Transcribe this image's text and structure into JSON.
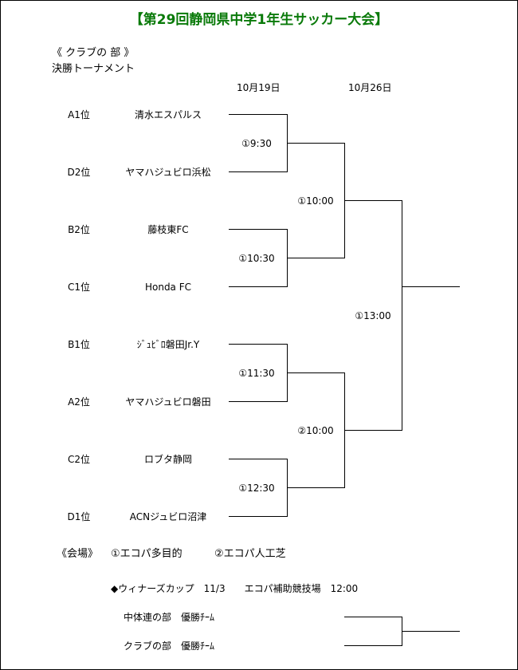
{
  "title": "【第29回静岡県中学1年生サッカー大会】",
  "section": "《 クラブの 部 》",
  "subtitle": "決勝トーナメント",
  "dates": [
    "10月19日",
    "10月26日"
  ],
  "teams": [
    {
      "rank": "A1位",
      "name": "清水エスパルス"
    },
    {
      "rank": "D2位",
      "name": "ヤマハジュビロ浜松"
    },
    {
      "rank": "B2位",
      "name": "藤枝東FC"
    },
    {
      "rank": "C1位",
      "name": "Honda FC"
    },
    {
      "rank": "B1位",
      "name": "ｼﾞｭﾋﾞﾛ磐田Jr.Y"
    },
    {
      "rank": "A2位",
      "name": "ヤマハジュビロ磐田"
    },
    {
      "rank": "C2位",
      "name": "ロブタ静岡"
    },
    {
      "rank": "D1位",
      "name": "ACNジュビロ沼津"
    }
  ],
  "round1_times": [
    "①9:30",
    "①10:30",
    "①11:30",
    "①12:30"
  ],
  "round2_times": [
    "①10:00",
    "②10:00"
  ],
  "final_time": "①13:00",
  "venues": {
    "label": "《会場》",
    "venue1": "①エコパ多目的",
    "venue2": "②エコパ人工芝"
  },
  "winners_cup": {
    "line": "◆ウィナーズカップ　11/3　　エコパ補助競技場　12:00",
    "entry1": "中体連の部　優勝ﾁｰﾑ",
    "entry2": "クラブの部　優勝ﾁｰﾑ"
  }
}
